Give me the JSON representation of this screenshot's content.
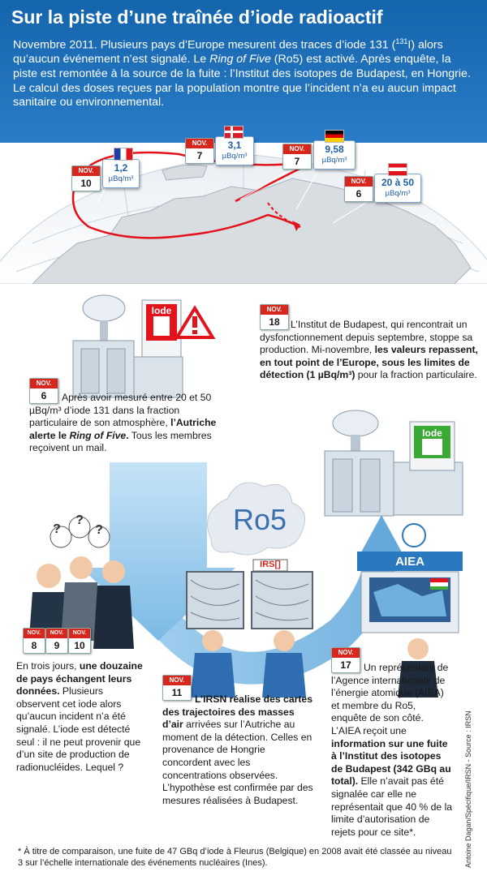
{
  "title": "Sur la piste d’une traînée d’iode radioactif",
  "intro": {
    "p1": "Novembre 2011. Plusieurs pays d’Europe mesurent des traces d’iode 131 (",
    "iso": "131",
    "p2": "I) alors qu’aucun événement n’est signalé. Le ",
    "ring": "Ring of Five",
    "p3": " (Ro5) est activé. Après enquête, la piste est remontée à la source de la fuite : l’Institut des isotopes de Budapest, en Hongrie. Le calcul des doses reçues par la population montre que l’incident n’a eu aucun impact sanitaire ou environnemental."
  },
  "month_label": "NOV.",
  "map_callouts": [
    {
      "id": "france",
      "day": "10",
      "value": "1,2",
      "unit": "µBq/m³"
    },
    {
      "id": "denmark",
      "day": "7",
      "value": "3,1",
      "unit": "µBq/m³"
    },
    {
      "id": "germany",
      "day": "7",
      "value": "9,58",
      "unit": "µBq/m³"
    },
    {
      "id": "austria",
      "day": "6",
      "value": "20 à 50",
      "unit": "µBq/m³"
    }
  ],
  "labels": {
    "iode": "Iode",
    "ro5": "Ro5",
    "irsn": "IRS[]",
    "aiea": "AIEA"
  },
  "steps": {
    "nov18": {
      "day": "18",
      "t1": "L’Institut de Budapest, qui rencontrait un dysfonctionnement depuis septembre, stoppe sa production. Mi-novembre, ",
      "b1": "les valeurs repassent, en tout point de l’Europe, sous les limites de détection (1 µBq/m³)",
      "t2": " pour la fraction particulaire."
    },
    "nov6": {
      "day": "6",
      "t1": "Après avoir mesuré entre 20 et 50 µBq/m³ d’iode 131 dans la fraction particulaire de son atmosphère, ",
      "b1": "l’Autriche alerte le ",
      "bi": "Ring of Five",
      "b2": ".",
      "t2": " Tous les membres reçoivent un mail."
    },
    "nov8_10": {
      "days": [
        "8",
        "9",
        "10"
      ],
      "t1": "En trois jours, ",
      "b1": "une douzaine de pays échangent leurs données.",
      "t2": " Plusieurs observent cet iode alors qu’aucun incident n’a été signalé. L’iode est détecté seul : il ne peut provenir que d’un site de production de radionucléides. Lequel ?"
    },
    "nov11": {
      "day": "11",
      "b1": "L’IRSN réalise des cartes des trajectoires des masses d’air",
      "t1": " arrivées sur l’Autriche au moment de la détection. Celles en provenance de Hongrie concordent avec les concentrations observées. L’hypothèse est confirmée par des mesures réalisées à Budapest."
    },
    "nov17": {
      "day": "17",
      "t1": "Un représentant de l’Agence internationale de l’énergie atomique (AIEA) et membre du Ro5, enquête de son côté. L’AIEA reçoit une ",
      "b1": "information sur une fuite à l’Institut des isotopes de Budapest (342 GBq au total).",
      "t2": " Elle n’avait pas été signalée car elle ne représentait que 40 % de la limite d’autorisation de rejets pour ce site*."
    }
  },
  "footnote": "* À titre de comparaison, une fuite de 47 GBq d’iode à Fleurus (Belgique) en 2008 avait été classée au niveau 3 sur l’échelle internationale des événements nucléaires (Ines).",
  "credit": "Antoine Dagan/Spécifique/IRSN - Source : IRSN",
  "colors": {
    "accent": "#1565ad",
    "red": "#d9261c",
    "callout_text": "#1f5fa8"
  }
}
